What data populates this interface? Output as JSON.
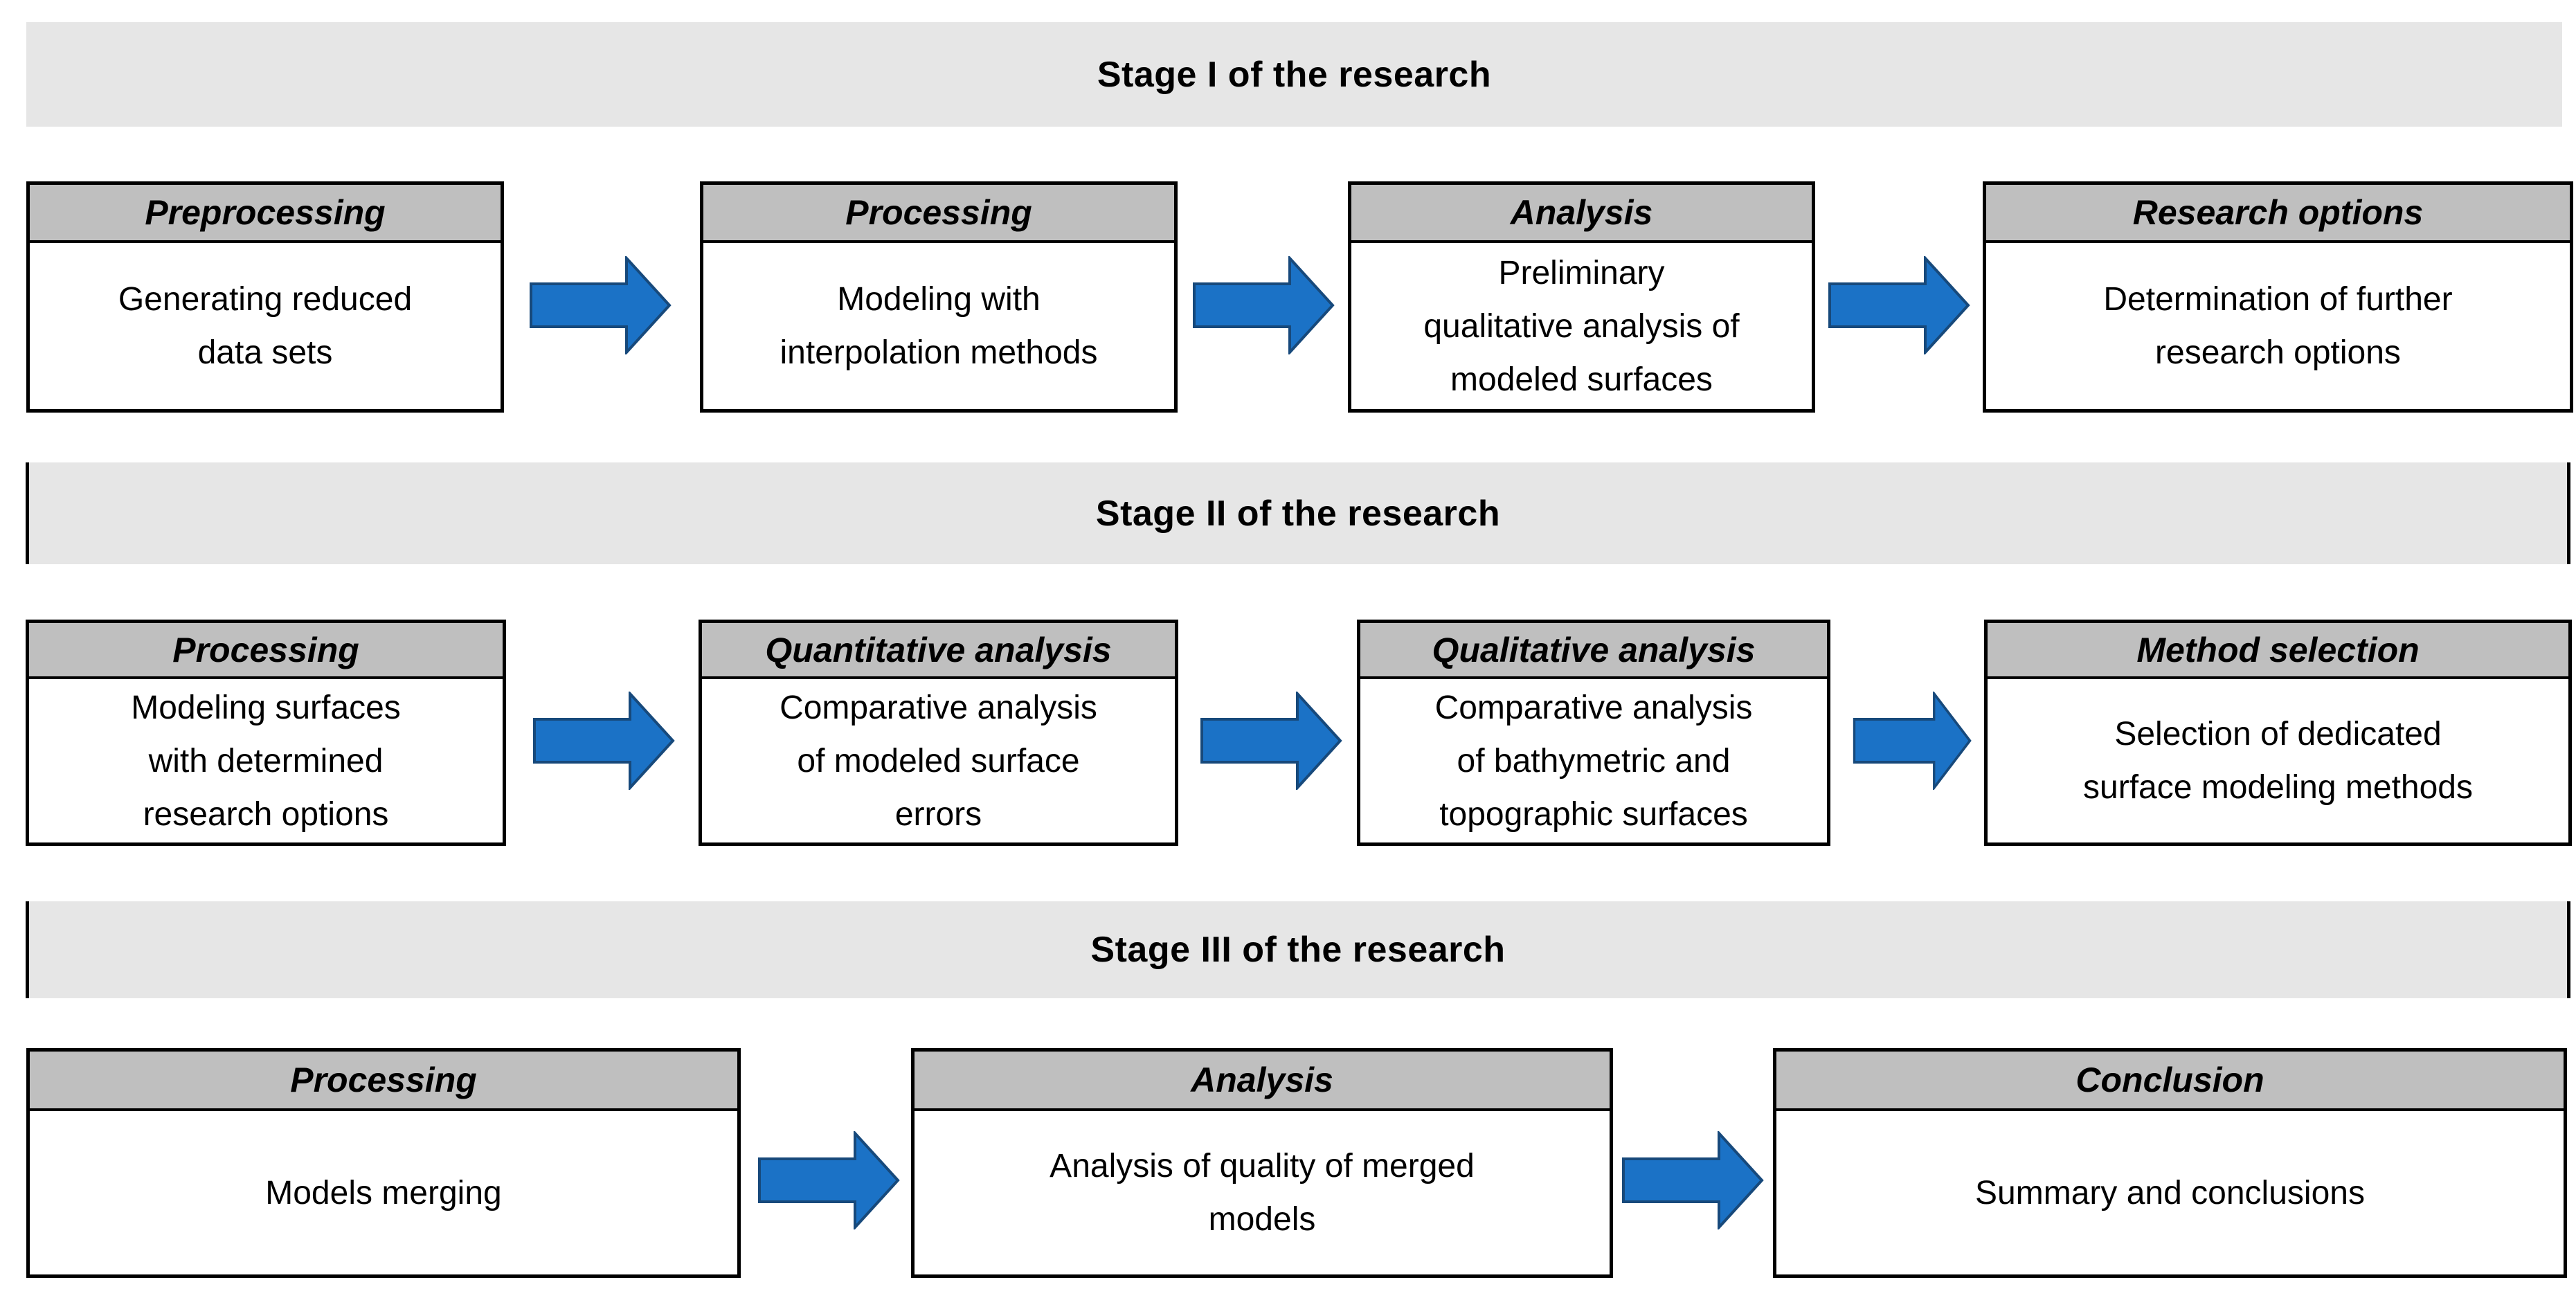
{
  "colors": {
    "banner_bg": "#e6e6e6",
    "box_header_bg": "#bfbfbf",
    "box_body_bg": "#ffffff",
    "border": "#000000",
    "arrow_fill": "#1b72c6",
    "arrow_stroke": "#17497b"
  },
  "stages": [
    {
      "banner": "Stage I of the research",
      "boxes": [
        {
          "header": "Preprocessing",
          "body": "Generating reduced\ndata sets"
        },
        {
          "header": "Processing",
          "body": "Modeling with\ninterpolation methods"
        },
        {
          "header": "Analysis",
          "body": "Preliminary\nqualitative analysis of\nmodeled surfaces"
        },
        {
          "header": "Research options",
          "body": "Determination of further\nresearch options"
        }
      ]
    },
    {
      "banner": "Stage II of the research",
      "boxes": [
        {
          "header": "Processing",
          "body": "Modeling surfaces\nwith determined\nresearch options"
        },
        {
          "header": "Quantitative analysis",
          "body": "Comparative analysis\nof modeled surface\nerrors"
        },
        {
          "header": "Qualitative analysis",
          "body": "Comparative analysis\nof bathymetric and\ntopographic surfaces"
        },
        {
          "header": "Method selection",
          "body": "Selection of dedicated\nsurface modeling methods"
        }
      ]
    },
    {
      "banner": "Stage III of the research",
      "boxes": [
        {
          "header": "Processing",
          "body": "Models merging"
        },
        {
          "header": "Analysis",
          "body": "Analysis of quality of merged\nmodels"
        },
        {
          "header": "Conclusion",
          "body": "Summary and conclusions"
        }
      ]
    }
  ]
}
